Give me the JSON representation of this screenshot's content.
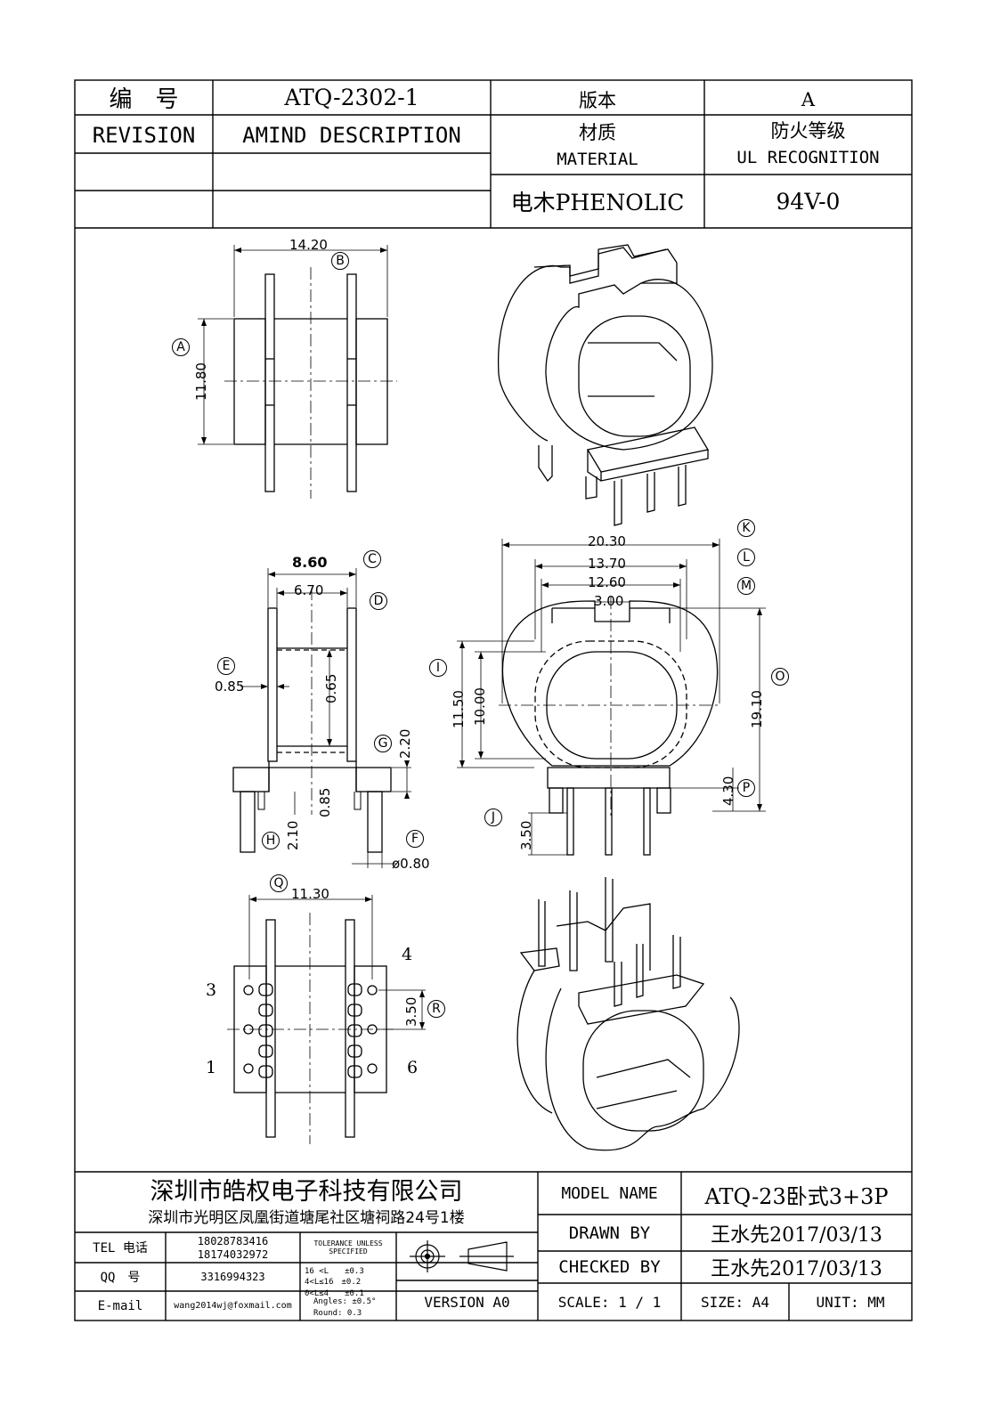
{
  "header": {
    "part_no_label": "编　号",
    "part_no": "ATQ-2302-1",
    "version_label": "版本",
    "version": "A",
    "revision_label": "REVISION",
    "amend_label": "AMIND DESCRIPTION",
    "material_label_cn": "材质",
    "material_label_en": "MATERIAL",
    "ul_label_cn": "防火等级",
    "ul_label_en": "UL RECOGNITION",
    "material": "电木PHENOLIC",
    "ul_rating": "94V-0"
  },
  "dimensions": {
    "top_width": "14.20",
    "top_height": "11.80",
    "side_outer": "8.60",
    "side_inner": "6.70",
    "side_slot": "0.65",
    "side_flange": "0.85",
    "side_g": "2.20",
    "side_base": "0.85",
    "side_pin_len": "2.10",
    "side_pin_dia": "ø0.80",
    "front_k": "20.30",
    "front_l": "13.70",
    "front_m": "12.60",
    "front_n": "3.00",
    "front_i": "11.50",
    "front_j": "10.00",
    "front_o": "19.10",
    "front_p": "4.30",
    "front_pin": "3.50",
    "bottom_q": "11.30",
    "bottom_r": "3.50"
  },
  "callouts": [
    "A",
    "B",
    "C",
    "D",
    "E",
    "G",
    "H",
    "F",
    "K",
    "L",
    "M",
    "I",
    "J",
    "O",
    "P",
    "Q",
    "R"
  ],
  "pins": [
    "3",
    "4",
    "1",
    "6"
  ],
  "footer": {
    "company": "深圳市皓权电子科技有限公司",
    "address": "深圳市光明区凤凰街道塘尾社区塘祠路24号1楼",
    "tel_label": "TEL 电话",
    "tel_1": "18028783416",
    "tel_2": "18174032972",
    "qq_label": "QQ　号",
    "qq": "3316994323",
    "email_label": "E-mail",
    "email": "wang2014wj@foxmail.com",
    "tol_title": "TOLERANCE UNLESS SPECIFIED",
    "tol_1": "16 <L　　±0.3",
    "tol_2": "4<L≤16　±0.2",
    "tol_3": "0<L≤4　　±0.1",
    "tol_4": "Angles: ±0.5°",
    "tol_5": "Round: 0.3",
    "version_text": "VERSION A0",
    "model_label": "MODEL NAME",
    "model": "ATQ-23卧式3+3P",
    "drawn_label": "DRAWN BY",
    "drawn": "王水先2017/03/13",
    "checked_label": "CHECKED BY",
    "checked": "王水先2017/03/13",
    "scale_label": "SCALE: 1 / 1",
    "size_label": "SIZE: A4",
    "unit_label": "UNIT: MM"
  }
}
